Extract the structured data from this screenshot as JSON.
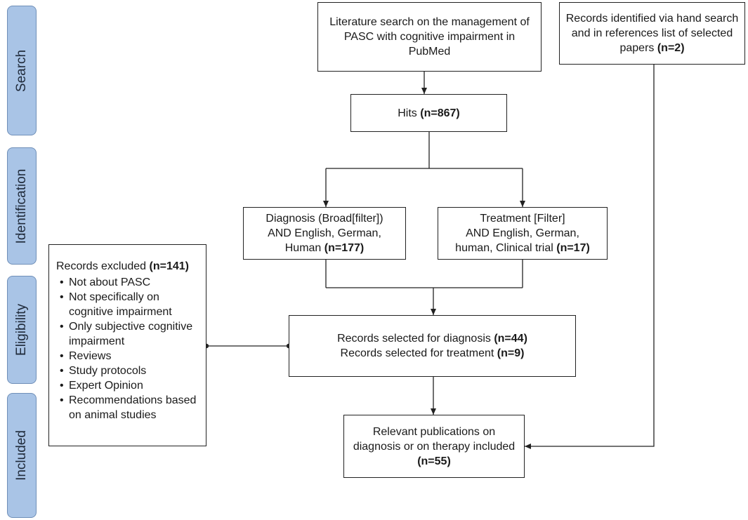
{
  "stages": [
    "Search",
    "Identification",
    "Eligibility",
    "Included"
  ],
  "boxes": {
    "literature_search": "Literature search on the management of PASC with cognitive impairment in PubMed",
    "hand_search": {
      "text": "Records identified via hand search and in references list of selected papers",
      "count": "(n=2)"
    },
    "hits": {
      "text": "Hits",
      "count": "(n=867)"
    },
    "diagnosis": {
      "line1": "Diagnosis (Broad[filter])",
      "line2": "AND English, German,",
      "line3": "Human",
      "count": "(n=177)"
    },
    "treatment": {
      "line1": "Treatment [Filter]",
      "line2": "AND English, German,",
      "line3": "human, Clinical trial",
      "count": "(n=17)"
    },
    "selected": {
      "line1": "Records selected for diagnosis",
      "count1": "(n=44)",
      "line2": "Records selected for treatment",
      "count2": "(n=9)"
    },
    "included": {
      "line1": "Relevant publications on",
      "line2": "diagnosis or on therapy included",
      "count": "(n=55)"
    },
    "excluded": {
      "title": "Records excluded",
      "count": "(n=141)",
      "reasons": [
        "Not about PASC",
        "Not specifically on cognitive impairment",
        "Only subjective cognitive impairment",
        "Reviews",
        "Study protocols",
        "Expert Opinion",
        "Recommendations based on animal studies"
      ]
    }
  },
  "colors": {
    "stage_fill": "#a9c4e6",
    "stage_border": "#6f8fb8",
    "line": "#222222"
  }
}
